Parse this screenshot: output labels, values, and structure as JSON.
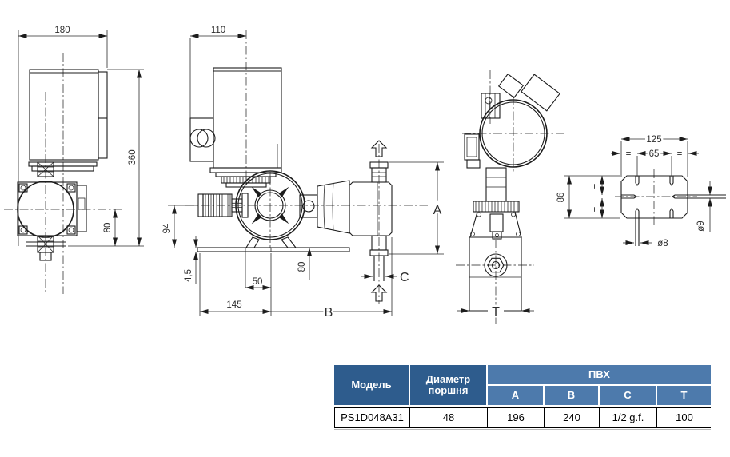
{
  "drawing": {
    "dims": {
      "front_width": "180",
      "front_height": "360",
      "front_base_height": "80",
      "side_motor_width": "110",
      "side_center_height": "94",
      "side_plate_thickness": "4,5",
      "side_foot_spacing": "50",
      "side_base_height": "80",
      "side_foot_length": "145",
      "length_B": "B",
      "port_height_A": "A",
      "port_C": "C",
      "head_width_T": "T",
      "plate_width": "125",
      "plate_slot_spacing": "65",
      "plate_depth": "86",
      "plate_slot_bottom": "ø8",
      "plate_slot_side": "ø9",
      "equal_mark": "="
    }
  },
  "table": {
    "header": {
      "model": "Модель",
      "piston_diameter": "Диаметр поршня",
      "material": "ПВХ",
      "subcolumns": [
        "A",
        "B",
        "C",
        "T"
      ]
    },
    "rows": [
      {
        "model": "PS1D048A31",
        "piston_diameter": "48",
        "A": "196",
        "B": "240",
        "C": "1/2 g.f.",
        "T": "100"
      }
    ],
    "colors": {
      "header_dark_blue": "#2e5c8d",
      "header_light_blue": "#4d7aac",
      "row_text": "#000000"
    }
  }
}
